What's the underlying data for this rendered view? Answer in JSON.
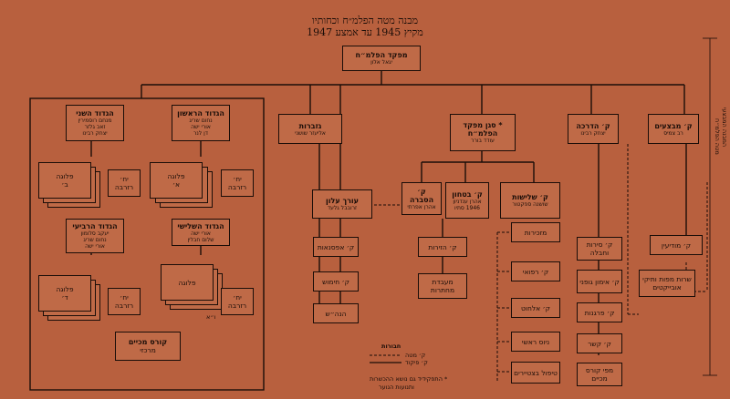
{
  "header": {
    "line1": "מבנה מטה הפלמ״ח וכחותיו",
    "line2": "מקיץ 1945 עד אמצע 1947"
  },
  "commander": {
    "title": "מפקד הפלמ״ח",
    "name": "יגאל אלון"
  },
  "deputy": {
    "title": "* סגן מפקד הפלמ״ח",
    "name": "עודד בורר"
  },
  "operations": {
    "title": "ק׳ מבצעים",
    "name": "רב צמיס"
  },
  "training": {
    "title": "ק׳ הדרכה",
    "name": "יצחק רבינו"
  },
  "gvurot": {
    "title": "גזברות",
    "name": "אליעזר שושני"
  },
  "logistics": {
    "title": "ק׳ שלישות",
    "name": "שושנה ספקטור"
  },
  "security": {
    "title": "ק׳ בטחון",
    "name": "אהרן ענדניון",
    "note": "1946 סתיו"
  },
  "education": {
    "title": "ק׳ הסברה",
    "name": "אהרן אפרתי"
  },
  "newspaper": {
    "title": "עורך עלון",
    "name": "זרובבל גלעד"
  },
  "battalions": [
    {
      "title": "הגדוד הראשון",
      "c1": "נחום שריג",
      "c2": "אורי ישה",
      "c3": "דן לנר"
    },
    {
      "title": "הגדוד השני",
      "c1": "מנחם רוסמירין",
      "c2": "זאב גלזר",
      "c3": "יצחק רבינו"
    },
    {
      "title": "הגדוד השלישי",
      "c1": "אורי ישה",
      "c2": "שלום חבלין"
    },
    {
      "title": "הגדוד הרביעי",
      "c1": "יעקב סלומון",
      "c2": "נחום שריג",
      "c3": "אורי ישה"
    }
  ],
  "company_label": "פלוגה",
  "company_letters": {
    "a": "א׳",
    "b": "ב׳",
    "d": "ד׳",
    "va": "ו״א"
  },
  "heavy_unit": "יח׳ רזרבה",
  "courses": {
    "line1": "קורס מכיים",
    "line2": "מרכזי"
  },
  "logistics_items": [
    "מזכירות",
    "ק׳ רפואי",
    "ק׳ אלחוט",
    "ניוס ראשי",
    "טיפול בצטיירים"
  ],
  "security_items": [
    "ק׳ הזירות",
    "מעבדת מחתרות"
  ],
  "quartermaster_items": [
    "ק׳ אפסנאות",
    "ק׳ חימוש",
    "הנה״ש"
  ],
  "training_items": [
    "ק׳ סירות וחבלה",
    "ק׳ אימון גופני",
    "ק׳ פרגנות",
    "ק׳ קשר",
    "מפי קורס מכיים"
  ],
  "operations_items": [
    "ק׳ מודיעין",
    "שרות מפות ותיקי אובייקטים"
  ],
  "legend": {
    "title": "חבורות",
    "solid": "ק׳ פיקוד",
    "dashed": "ק׳ מטה"
  },
  "footnote": {
    "line1": "* התפקידיד גם נושא ההכשרות",
    "line2": "ותנועות הנוער"
  },
  "side_label": {
    "line1": "מטה הפלמ״ח",
    "line2": "המבנה המבצעי"
  }
}
